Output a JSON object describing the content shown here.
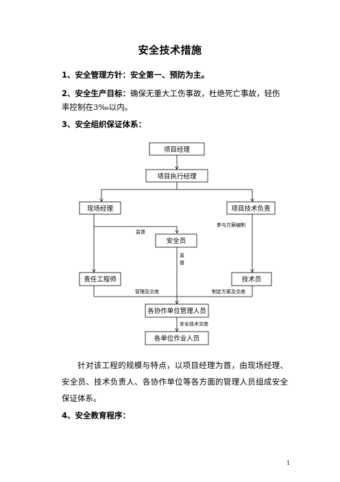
{
  "title": "安全技术措施",
  "sections": [
    {
      "label": "1、安全管理方针：",
      "text": "安全第一、预防为主。"
    },
    {
      "label": "2、安全生产目标：",
      "text": "确保无重大工伤事故，杜绝死亡事故，轻伤",
      "cont": "率控制在3‰以内。"
    },
    {
      "label": "3、安全组织保证体系：",
      "text": ""
    },
    {
      "label": "4、安全教育程序：",
      "text": ""
    }
  ],
  "org_chart": {
    "nodes": {
      "pm": "项目经理",
      "exec_pm": "项目执行经理",
      "site_mgr": "现场经理",
      "tech_lead": "项目技术负责",
      "safety_officer": "安全员",
      "resp_engineer": "责任工程师",
      "technician": "技术员",
      "sub_managers": "各协作单位管理人员",
      "workers": "各单位作业人员"
    },
    "edge_labels": {
      "supervise_1": "监督",
      "plan_compile": "参与方案编制",
      "supervise_v1": "监",
      "supervise_v2": "督",
      "manage_brief": "管理及交底",
      "plan_brief": "制定方案及交底",
      "safety_brief": "安全技术交底"
    }
  },
  "summary": "针对该工程的规模与特点，以项目经理为首，由现场经理、安全员、技术负责人、各协作单位等各方面的管理人员组成安全保证体系。",
  "page_number": "1"
}
